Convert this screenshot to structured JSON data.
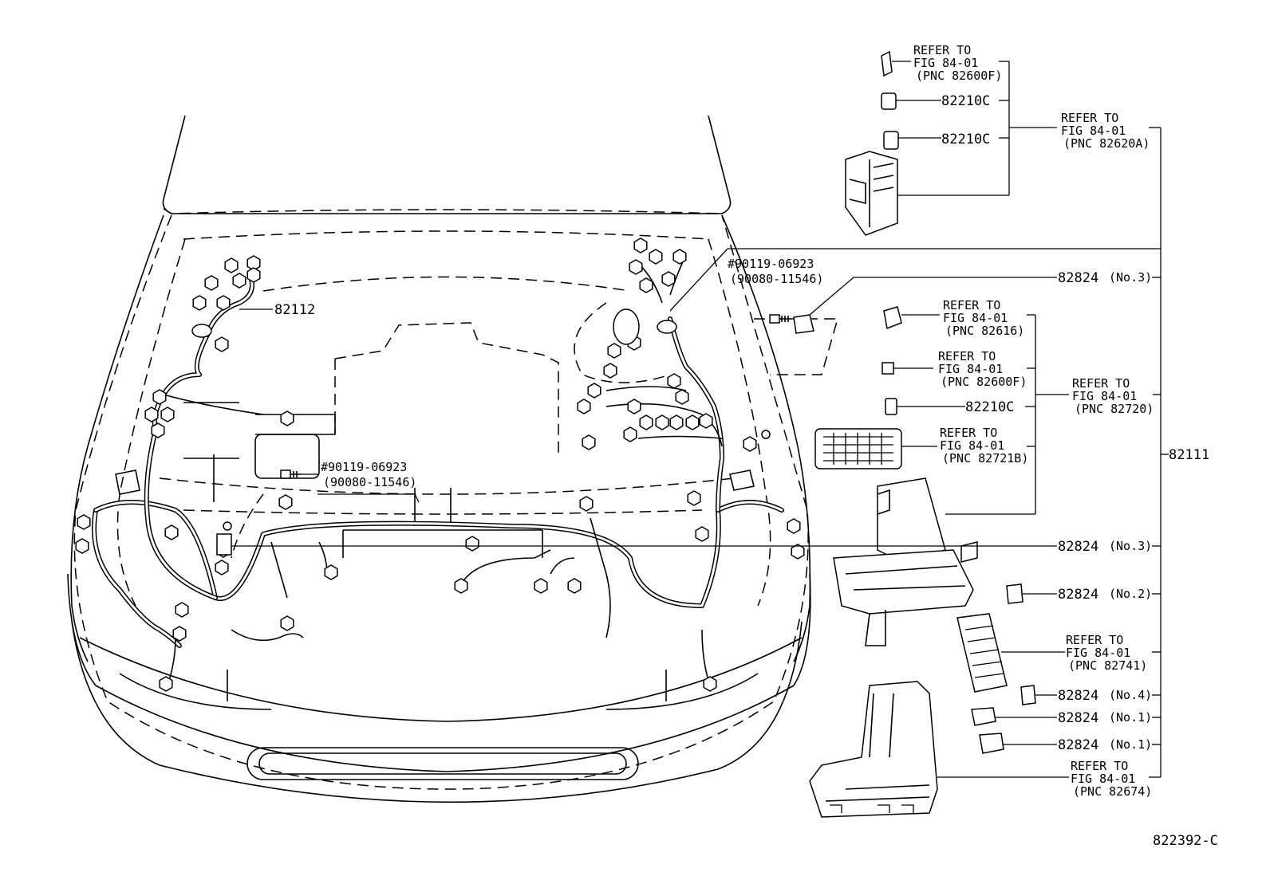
{
  "figure_id": "822392-C",
  "labels": {
    "main_harness": "82111",
    "engine_harness": "82112",
    "bolt_upper_a": "#90119-06923",
    "bolt_upper_b": "(90080-11546)",
    "bolt_lower_a": "#90119-06923",
    "bolt_lower_b": "(90080-11546)",
    "clamp_no3_upper": "82824",
    "clamp_no3_upper_note": "(No.3)",
    "clamp_no3_lower": "82824",
    "clamp_no3_lower_note": "(No.3)",
    "clamp_no2": "82824",
    "clamp_no2_note": "(No.2)",
    "clamp_no4": "82824",
    "clamp_no4_note": "(No.4)",
    "clamp_no1_a": "82824",
    "clamp_no1_a_note": "(No.1)",
    "clamp_no1_b": "82824",
    "clamp_no1_b_note": "(No.1)",
    "relay_top_1": "82210C",
    "relay_top_2": "82210C",
    "relay_mid": "82210C"
  },
  "refer_notes": {
    "refer_line1": "REFER TO",
    "fig_line": "FIG 84-01",
    "pnc_82600F_top": "(PNC 82600F)",
    "pnc_82620A": "(PNC 82620A)",
    "pnc_82616": "(PNC 82616)",
    "pnc_82600F_mid": "(PNC 82600F)",
    "pnc_82720": "(PNC 82720)",
    "pnc_82721B": "(PNC 82721B)",
    "pnc_82741": "(PNC 82741)",
    "pnc_82674": "(PNC 82674)"
  }
}
